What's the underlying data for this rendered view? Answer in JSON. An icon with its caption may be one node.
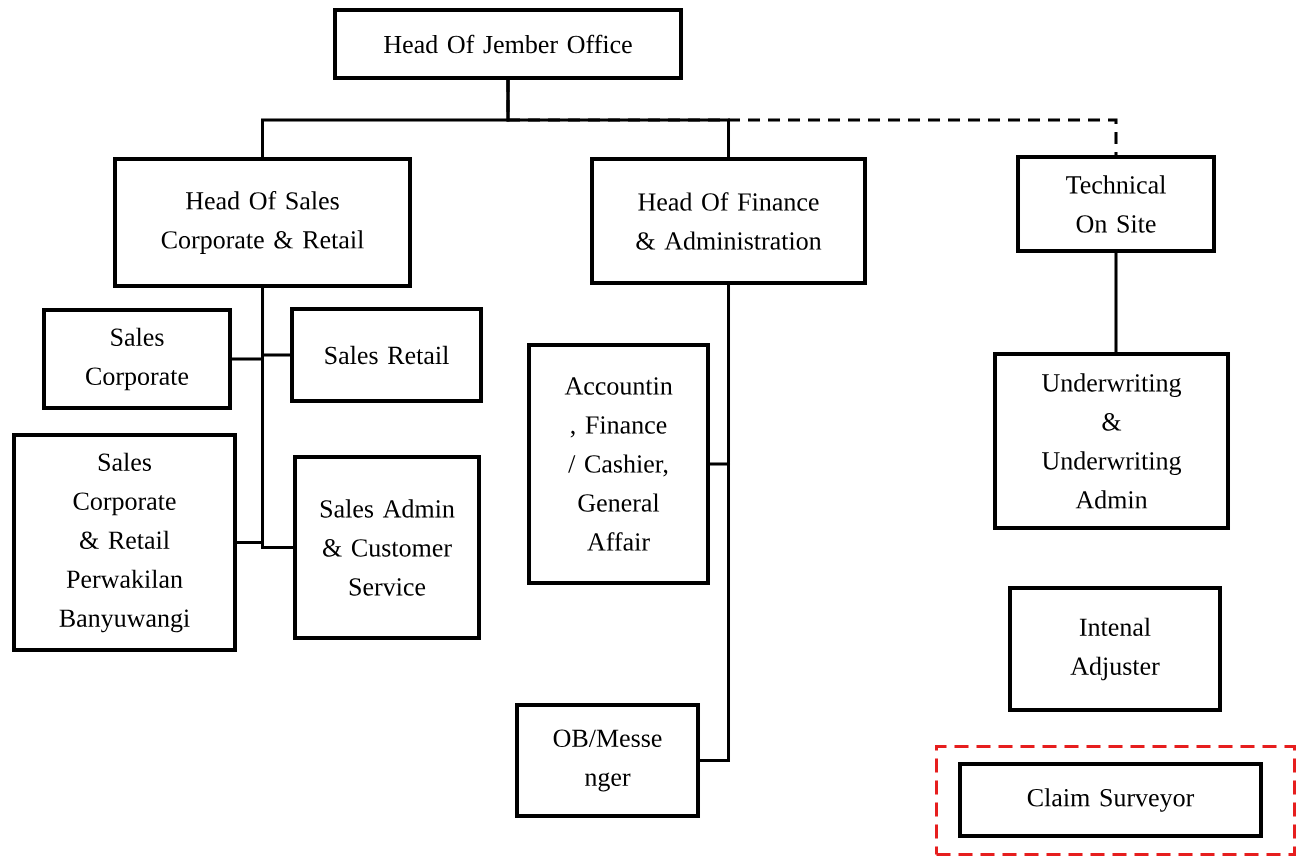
{
  "diagram": {
    "nodes": [
      {
        "text": [
          "Head Of Jember Office"
        ]
      },
      {
        "text": [
          "Head Of Sales Corporate & Retail"
        ]
      },
      {
        "text": [
          "Head Of Finance & Administration"
        ]
      },
      {
        "text": [
          "Technical On Site"
        ]
      },
      {
        "text": [
          "Sales Corporate"
        ]
      },
      {
        "text": [
          "Sales Retail"
        ]
      },
      {
        "text": [
          "Sales Corporate & Retail Perwakilan Banyuwangi"
        ]
      },
      {
        "text": [
          "Sales Admin & Customer Service"
        ]
      },
      {
        "text": [
          "Accountin , Finance / Cashier, General Affair"
        ]
      },
      {
        "text": [
          "OB/Messe nger"
        ]
      },
      {
        "text": [
          "Underwriting & Underwriting Admin"
        ]
      },
      {
        "text": [
          "Intenal Adjuster"
        ]
      },
      {
        "text": [],
        "shape": "box"
      },
      {
        "text": [
          "Claim Surveyor"
        ],
        "in": 12
      }
    ],
    "edges": [
      {
        "from": 0,
        "to": 1,
        "arrow": "none"
      },
      {
        "from": 0,
        "to": 2,
        "arrow": "none"
      },
      {
        "from": 0,
        "to": 3,
        "arrow": "none",
        "style": "dashed"
      },
      {
        "from": 1,
        "to": 4,
        "arrow": "none"
      },
      {
        "from": 1,
        "to": 5,
        "arrow": "none"
      },
      {
        "from": 1,
        "to": 6,
        "arrow": "none"
      },
      {
        "from": 1,
        "to": 7,
        "arrow": "none"
      },
      {
        "from": 2,
        "to": 8,
        "arrow": "none"
      },
      {
        "from": 2,
        "to": 9,
        "arrow": "none"
      },
      {
        "from": 3,
        "to": 10,
        "arrow": "none"
      }
    ]
  }
}
